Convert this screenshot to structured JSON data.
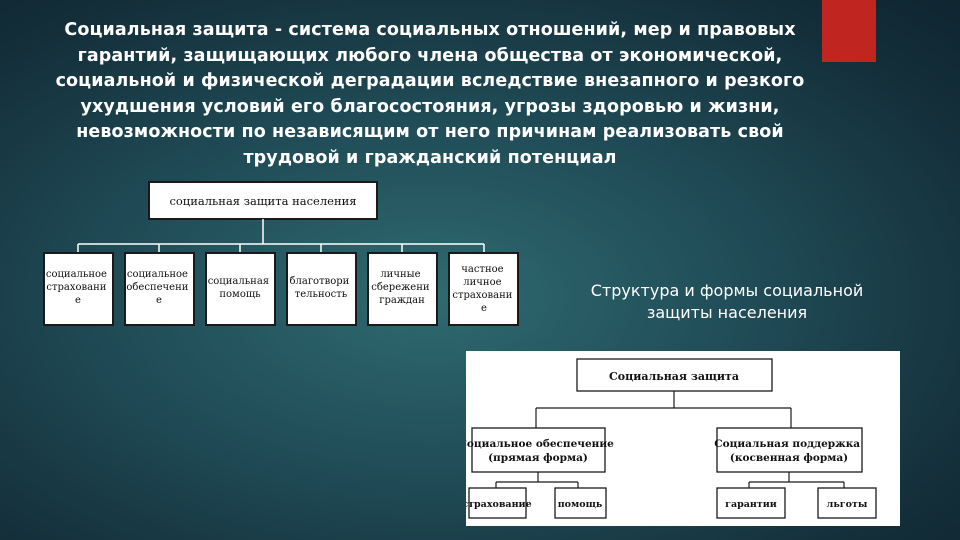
{
  "heading": {
    "lines": [
      "Социальная защита - система социальных отношений, мер и правовых",
      "гарантий, защищающих любого члена общества от экономической,",
      "социальной и физической деградации вследствие внезапного и резкого",
      "ухудшения условий его благосостояния, угрозы здоровью и жизни,",
      "невозможности по независящим от него причинам реализовать свой",
      "трудовой и гражданский потенциал"
    ]
  },
  "diagram1": {
    "root": "социальная защита населения",
    "children": [
      [
        "социальное",
        "страховани",
        "е"
      ],
      [
        "социальное",
        "обеспечени",
        "е"
      ],
      [
        "социальная",
        "помощь"
      ],
      [
        "благотвори",
        "тельность"
      ],
      [
        "личные",
        "сбережени",
        "граждан"
      ],
      [
        "частное",
        "личное",
        "страховани",
        "е"
      ]
    ]
  },
  "caption": {
    "lines": [
      "Структура и формы социальной",
      "защиты населения"
    ]
  },
  "diagram2": {
    "root": "Социальная защита",
    "left": {
      "lines": [
        "Социальное обеспечение",
        "(прямая форма)"
      ],
      "children": [
        "страхование",
        "помощь"
      ]
    },
    "right": {
      "lines": [
        "Социальная поддержка",
        "(косвенная форма)"
      ],
      "children": [
        "гарантии",
        "льготы"
      ]
    }
  },
  "colors": {
    "accent": "#c0261f",
    "background": "#1f4a55"
  }
}
